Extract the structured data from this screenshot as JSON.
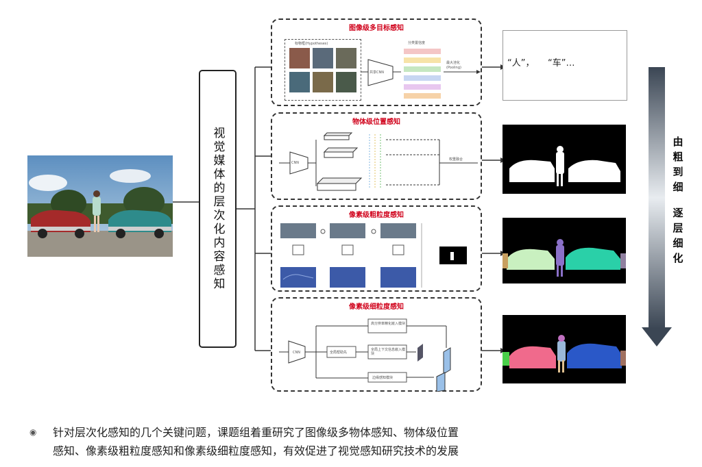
{
  "left_box": {
    "title": "视觉媒体的层次化内容感知"
  },
  "panels": [
    {
      "title": "图像级多目标感知",
      "hypothesis_label": "标物框(Hypotheses)",
      "cnn_label": "共享CNN",
      "score_label": "分类置信度",
      "pool_label": "最大池化(Pooling)",
      "output_text": "“人”，　　“车”…"
    },
    {
      "title": "物体级位置感知",
      "cnn_label": "CNN",
      "fuse_label": "权重融合"
    },
    {
      "title": "像素级粗粒度感知"
    },
    {
      "title": "像素级细粒度感知",
      "cnn_label": "CNN",
      "box1_label": "全局帮助先",
      "box2_label": "高分辨率精化嵌入模块",
      "box3_label": "全局上下文信息嵌入模块",
      "box4_label": "边缘感知模块"
    }
  ],
  "right_label": {
    "top": "由粗到细",
    "bottom": "逐层细化"
  },
  "caption": {
    "line1": "针对层次化感知的几个关键问题，课题组着重研究了图像级多物体感知、物体级位置",
    "line2": "感知、像素级粗粒度感知和像素级细粒度感知，有效促进了视觉感知研究技术的发展"
  },
  "colors": {
    "title_red": "#d0021b",
    "arrow_dark": "#3b4654",
    "arrow_light": "#e8ecf0"
  }
}
